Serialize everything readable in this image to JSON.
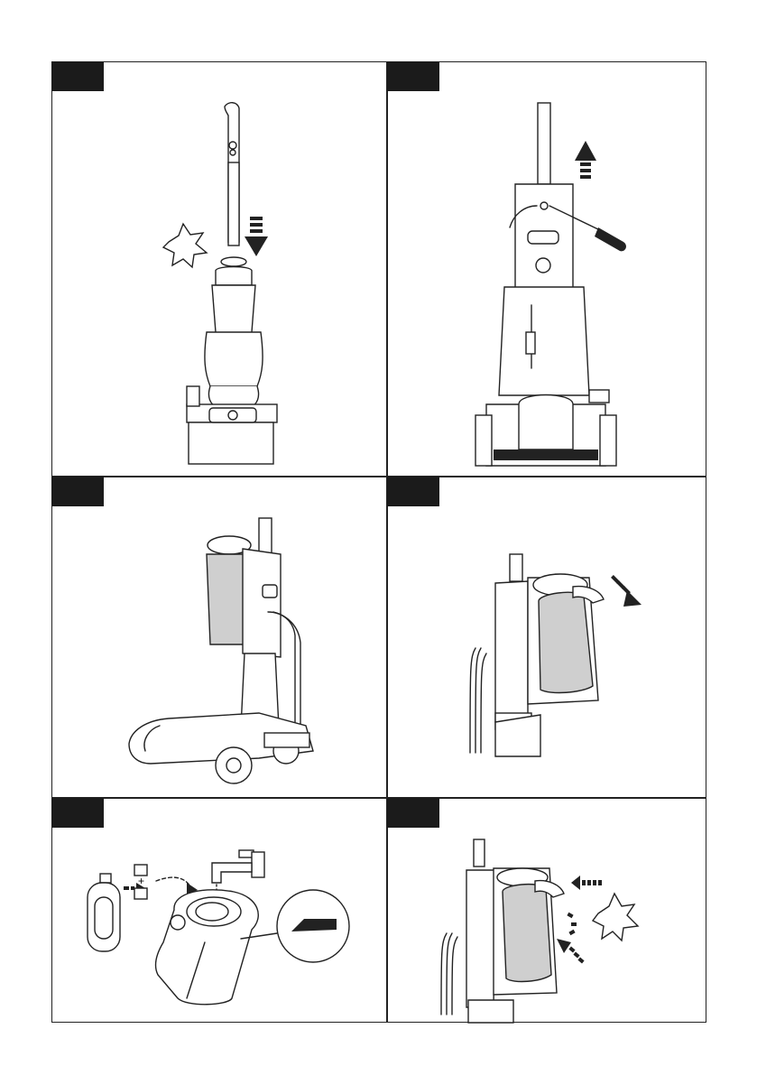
{
  "steps": [
    {
      "id": "step-1",
      "label": ""
    },
    {
      "id": "step-2",
      "label": ""
    },
    {
      "id": "step-3",
      "label": ""
    },
    {
      "id": "step-4",
      "label": ""
    },
    {
      "id": "step-5",
      "label": ""
    },
    {
      "id": "step-6",
      "label": ""
    }
  ],
  "colors": {
    "line": "#222222",
    "fill_gray": "#cfcfcf",
    "tag": "#1b1b1b"
  }
}
